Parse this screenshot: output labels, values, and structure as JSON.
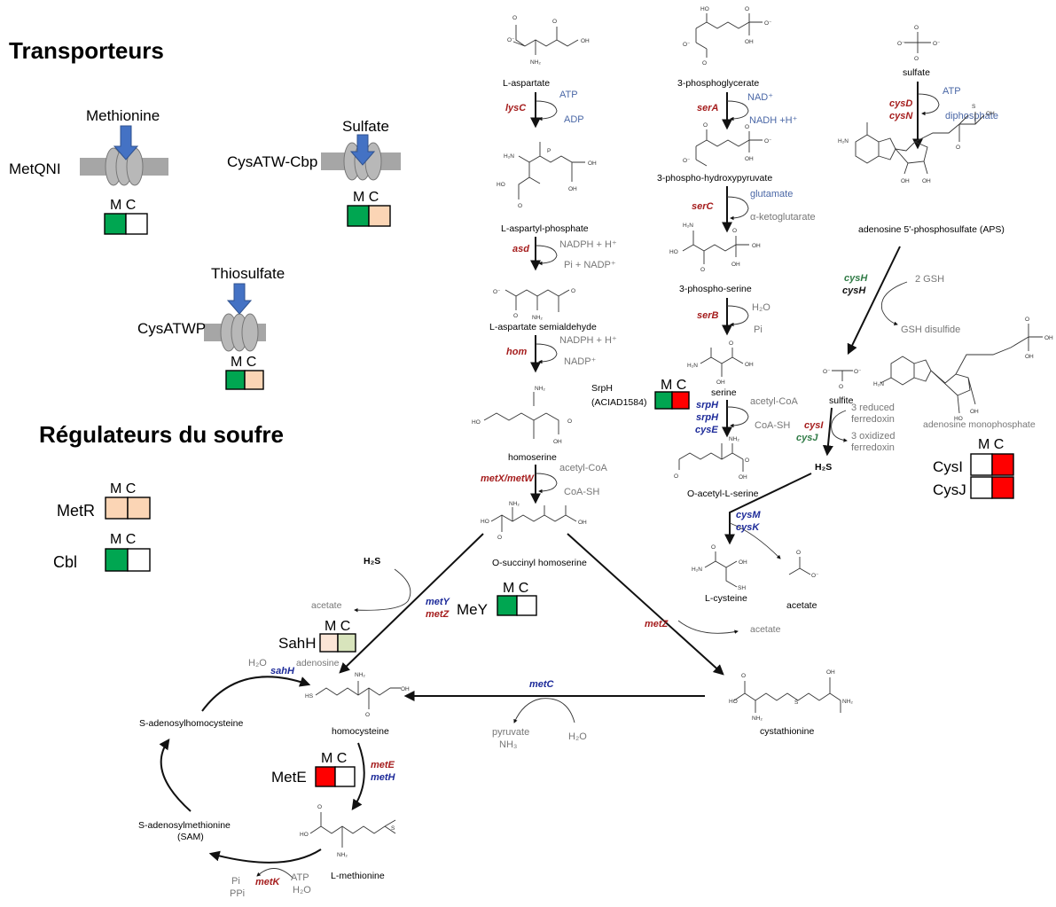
{
  "sections": {
    "transporters_title": "Transporteurs",
    "regulators_title": "Régulateurs du soufre"
  },
  "transporters": [
    {
      "name": "MetQNI",
      "substrate": "Methionine",
      "mc": "M C",
      "M_color": "#00a651",
      "C_color": "#ffffff"
    },
    {
      "name": "CysATW-Cbp",
      "substrate": "Sulfate",
      "mc": "M C",
      "M_color": "#00a651",
      "C_color": "#fbd5b5"
    },
    {
      "name": "CysATWP",
      "substrate": "Thiosulfate",
      "mc": "M C",
      "M_color": "#00a651",
      "C_color": "#fbd5b5"
    }
  ],
  "regulators": [
    {
      "name": "MetR",
      "mc": "M C",
      "M_color": "#fbd5b5",
      "C_color": "#fbd5b5"
    },
    {
      "name": "Cbl",
      "mc": "M C",
      "M_color": "#00a651",
      "C_color": "#ffffff"
    }
  ],
  "expression_boxes": {
    "SrpH": {
      "mc": "M C",
      "M_color": "#00a651",
      "C_color": "#ff0000"
    },
    "MeY": {
      "name": "MeY",
      "mc": "M C",
      "M_color": "#00a651",
      "C_color": "#ffffff"
    },
    "SahH": {
      "name": "SahH",
      "mc": "M C",
      "M_color": "#fbe5d6",
      "C_color": "#d8e4bc"
    },
    "MetE": {
      "name": "MetE",
      "mc": "M C",
      "M_color": "#ff0000",
      "C_color": "#ffffff"
    },
    "CysI": {
      "name": "CysI",
      "mc": "M C",
      "M_color": "#ffffff",
      "C_color": "#ff0000"
    },
    "CysJ": {
      "name": "CysJ",
      "M_color": "#ffffff",
      "C_color": "#ff0000"
    }
  },
  "metabolites": {
    "aspartate": "L-aspartate",
    "aspartyl_phosphate": "L-aspartyl-phosphate",
    "aspartate_semialdehyde": "L-aspartate semialdehyde",
    "homoserine": "homoserine",
    "o_succinyl_homoserine": "O-succinyl homoserine",
    "phosphoglycerate": "3-phosphoglycerate",
    "phospho_hydroxypyruvate": "3-phospho-hydroxypyruvate",
    "phospho_serine": "3-phospho-serine",
    "serine": "serine",
    "o_acetyl_serine": "O-acetyl-L-serine",
    "l_cysteine": "L-cysteine",
    "acetate_1": "acetate",
    "acetate_2": "acetate",
    "acetate_3": "acetate",
    "sulfate": "sulfate",
    "aps": "adenosine 5'-phosphosulfate (APS)",
    "sulfite": "sulfite",
    "amp": "adenosine monophosphate",
    "h2s_right": "H₂S",
    "h2s_left": "H₂S",
    "cystathionine": "cystathionine",
    "homocysteine": "homocysteine",
    "l_methionine": "L-methionine",
    "sam_line1": "S-adenosylmethionine",
    "sam_line2": "(SAM)",
    "sah": "S-adenosylhomocysteine",
    "adenosine": "adenosine",
    "srph_line1": "SrpH",
    "srph_line2": "(ACIAD1584)"
  },
  "cofactors": {
    "atp_1": "ATP",
    "adp": "ADP",
    "nadph_1": "NADPH + H⁺",
    "pi_nadp": "Pi + NADP⁺",
    "nadph_2": "NADPH + H⁺",
    "nadp": "NADP⁺",
    "acetyl_coa_1": "acetyl-CoA",
    "coa_sh_1": "CoA-SH",
    "nad": "NAD⁺",
    "nadh": "NADH +H⁺",
    "glutamate": "glutamate",
    "aketoglutarate": "α-ketoglutarate",
    "h2o_1": "H₂O",
    "pi_1": "Pi",
    "acetyl_coa_2": "acetyl-CoA",
    "coa_sh_2": "CoA-SH",
    "atp_2": "ATP",
    "diphosphate": "diphosphate",
    "gsh": "2 GSH",
    "gsh_disulfide": "GSH disulfide",
    "fdx_red_1": "3 reduced",
    "fdx_red_2": "ferredoxin",
    "fdx_ox_1": "3 oxidized",
    "fdx_ox_2": "ferredoxin",
    "h2o_metc": "H₂O",
    "pyruvate": "pyruvate",
    "nh3": "NH₃",
    "h2o_sahh": "H₂O",
    "atp_metk": "ATP",
    "h2o_metk": "H₂O",
    "pi_metk": "Pi",
    "ppi_metk": "PPi"
  },
  "enzymes": {
    "lysC": "lysC",
    "asd": "asd",
    "hom": "hom",
    "metXW": "metX/metW",
    "serA": "serA",
    "serC": "serC",
    "serB": "serB",
    "srpH_1": "srpH",
    "srpH_2": "srpH",
    "cysE": "cysE",
    "cysM": "cysM",
    "cysK": "cysK",
    "cysD": "cysD",
    "cysN": "cysN",
    "cysH_green": "cysH",
    "cysH_black": "cysH",
    "cysI": "cysI",
    "cysJ": "cysJ",
    "metY": "metY",
    "metZ_1": "metZ",
    "metZ_2": "metZ",
    "metC": "metC",
    "sahH": "sahH",
    "metE": "metE",
    "metH": "metH",
    "metK": "metK"
  }
}
